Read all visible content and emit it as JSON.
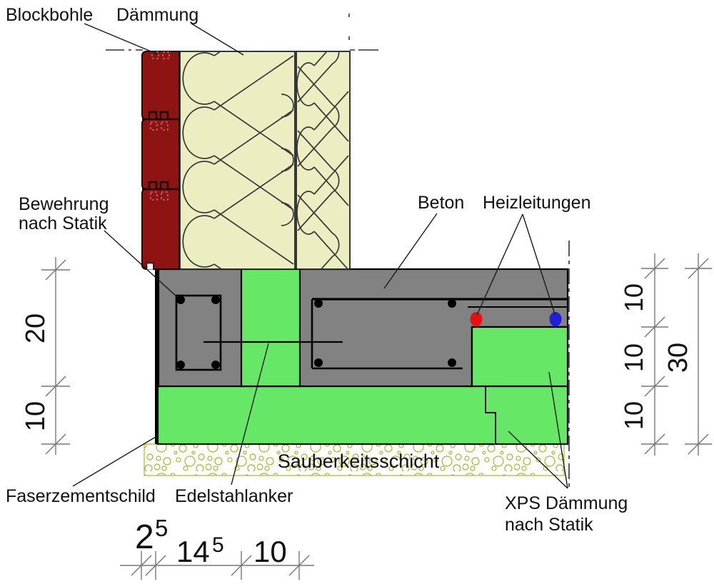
{
  "drawing": {
    "type": "construction-detail-section",
    "labels": {
      "blockbohle": "Blockbohle",
      "daemmung": "Dämmung",
      "bewehrung_line1": "Bewehrung",
      "bewehrung_line2": "nach Statik",
      "beton": "Beton",
      "heizleitungen": "Heizleitungen",
      "faserzementschild": "Faserzementschild",
      "edelstahlanker": "Edelstahlanker",
      "sauberkeitsschicht": "Sauberkeitsschicht",
      "xps_line1": "XPS Dämmung",
      "xps_line2": "nach Statik"
    },
    "dims": {
      "left": [
        "20",
        "10"
      ],
      "right": [
        "10",
        "10",
        "10",
        "30"
      ],
      "bottom": [
        {
          "v": "2",
          "sup": "5"
        },
        {
          "v": "14",
          "sup": "5"
        },
        {
          "v": "10",
          "sup": ""
        }
      ]
    },
    "colors": {
      "wall": "#8e1414",
      "insulation": "#ededc2",
      "concrete": "#828282",
      "xps": "#66e866",
      "heating_red": "#e81010",
      "heating_blue": "#2020d8",
      "clean_layer": "#b2b230"
    }
  }
}
